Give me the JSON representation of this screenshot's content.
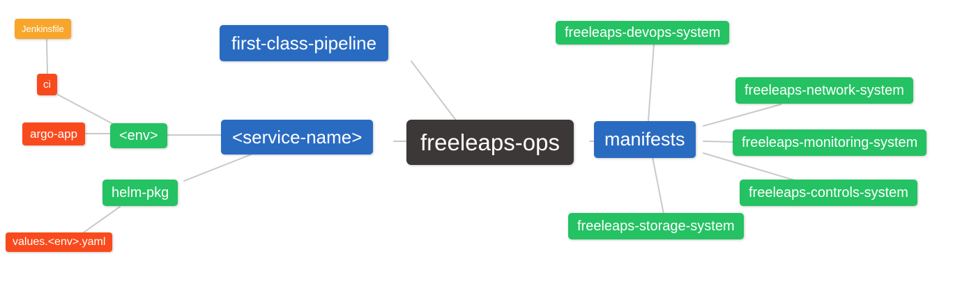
{
  "diagram": {
    "type": "mindmap",
    "root_id": "root",
    "colors": {
      "root_node": "#3b3837",
      "level1_node": "#2a6bc2",
      "level2_node": "#24c262",
      "level3_node": "#f94a1d",
      "level4_node": "#f8a62b",
      "connector_line": "#c9c9c9",
      "node_text": "#ffffff",
      "background": "#ffffff"
    },
    "nodes": {
      "root": {
        "label": "freeleaps-ops",
        "color": "#3b3837"
      },
      "pipeline": {
        "label": "first-class-pipeline",
        "color": "#2a6bc2"
      },
      "service": {
        "label": "<service-name>",
        "color": "#2a6bc2"
      },
      "manifests": {
        "label": "manifests",
        "color": "#2a6bc2"
      },
      "env": {
        "label": "<env>",
        "color": "#24c262"
      },
      "helm_pkg": {
        "label": "helm-pkg",
        "color": "#24c262"
      },
      "ci": {
        "label": "ci",
        "color": "#f94a1d"
      },
      "argo_app": {
        "label": "argo-app",
        "color": "#f94a1d"
      },
      "values": {
        "label": "values.<env>.yaml",
        "color": "#f94a1d"
      },
      "jenkinsfile": {
        "label": "Jenkinsfile",
        "color": "#f8a62b"
      },
      "devops": {
        "label": "freeleaps-devops-system",
        "color": "#24c262"
      },
      "network": {
        "label": "freeleaps-network-system",
        "color": "#24c262"
      },
      "monitoring": {
        "label": "freeleaps-monitoring-system",
        "color": "#24c262"
      },
      "controls": {
        "label": "freeleaps-controls-system",
        "color": "#24c262"
      },
      "storage": {
        "label": "freeleaps-storage-system",
        "color": "#24c262"
      }
    },
    "edges": [
      [
        "jenkinsfile",
        "ci"
      ],
      [
        "ci",
        "env"
      ],
      [
        "argo_app",
        "env"
      ],
      [
        "env",
        "service"
      ],
      [
        "helm_pkg",
        "service"
      ],
      [
        "values",
        "helm_pkg"
      ],
      [
        "pipeline",
        "root"
      ],
      [
        "service",
        "root"
      ],
      [
        "root",
        "manifests"
      ],
      [
        "manifests",
        "devops"
      ],
      [
        "manifests",
        "network"
      ],
      [
        "manifests",
        "monitoring"
      ],
      [
        "manifests",
        "controls"
      ],
      [
        "manifests",
        "storage"
      ]
    ]
  }
}
